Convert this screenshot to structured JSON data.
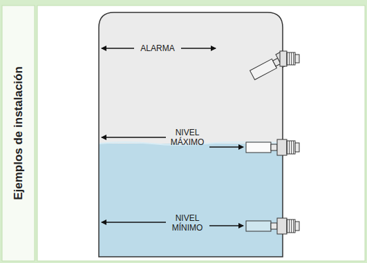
{
  "diagram": {
    "title": "Ejemplos de instalación",
    "labels": [
      "ALARMA",
      "NIVEL MÁXIMO",
      "NIVEL MÍNIMO"
    ]
  }
}
